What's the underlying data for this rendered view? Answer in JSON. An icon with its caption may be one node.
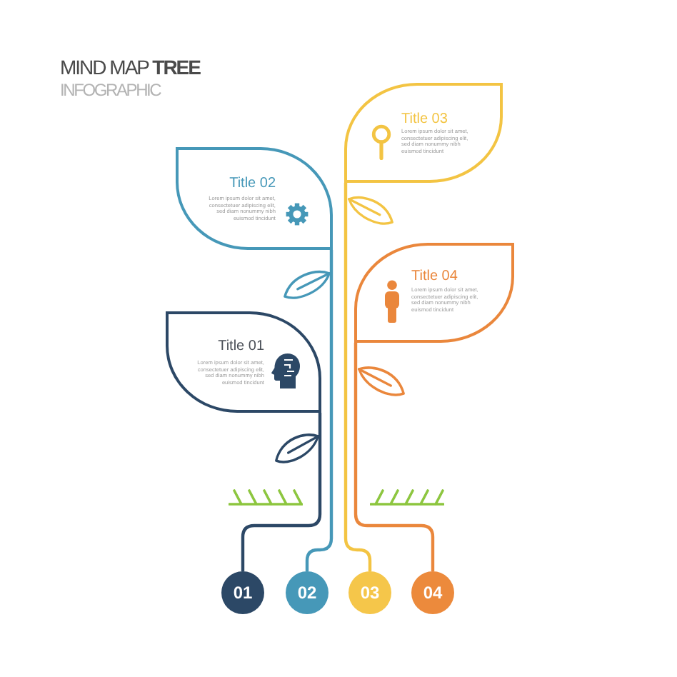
{
  "diagram": {
    "title": "MIND MAP **TREE**",
    "nodes": [
      {
        "text": [
          "Title 01",
          "Lorem ipsum dolor sit amet, consectetuer adipiscing elit, sed diam nonummy nibh euismod tincidunt"
        ]
      },
      {
        "text": [
          "Title 02",
          "Lorem ipsum dolor sit amet, consectetuer adipiscing elit, sed diam nonummy nibh euismod tincidunt"
        ]
      },
      {
        "text": [
          "Title 03",
          "Lorem ipsum dolor sit amet, consectetuer adipiscing elit, sed diam nonummy nibh euismod tincidunt"
        ]
      },
      {
        "text": [
          "Title 04",
          "Lorem ipsum dolor sit amet, consectetuer adipiscing elit, sed diam nonummy nibh euismod tincidunt"
        ]
      },
      {
        "text": [
          "01"
        ]
      },
      {
        "text": [
          "02"
        ]
      },
      {
        "text": [
          "03"
        ]
      },
      {
        "text": [
          "04"
        ]
      }
    ],
    "edges": [
      {
        "from": 4,
        "to": 0,
        "arrow": "none",
        "color": "#2c4866"
      },
      {
        "from": 5,
        "to": 1,
        "arrow": "none",
        "color": "#4698b8"
      },
      {
        "from": 6,
        "to": 2,
        "arrow": "none",
        "color": "#f3c443"
      },
      {
        "from": 7,
        "to": 3,
        "arrow": "none",
        "color": "#ea873c"
      }
    ],
    "labels": [
      "INFOGRAPHIC"
    ]
  }
}
